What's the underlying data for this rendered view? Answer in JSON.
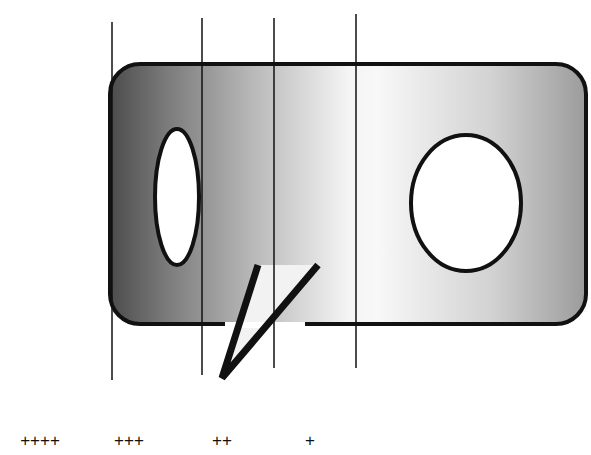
{
  "diagram": {
    "labels": [
      "++++",
      "+++",
      "++",
      "+"
    ]
  }
}
